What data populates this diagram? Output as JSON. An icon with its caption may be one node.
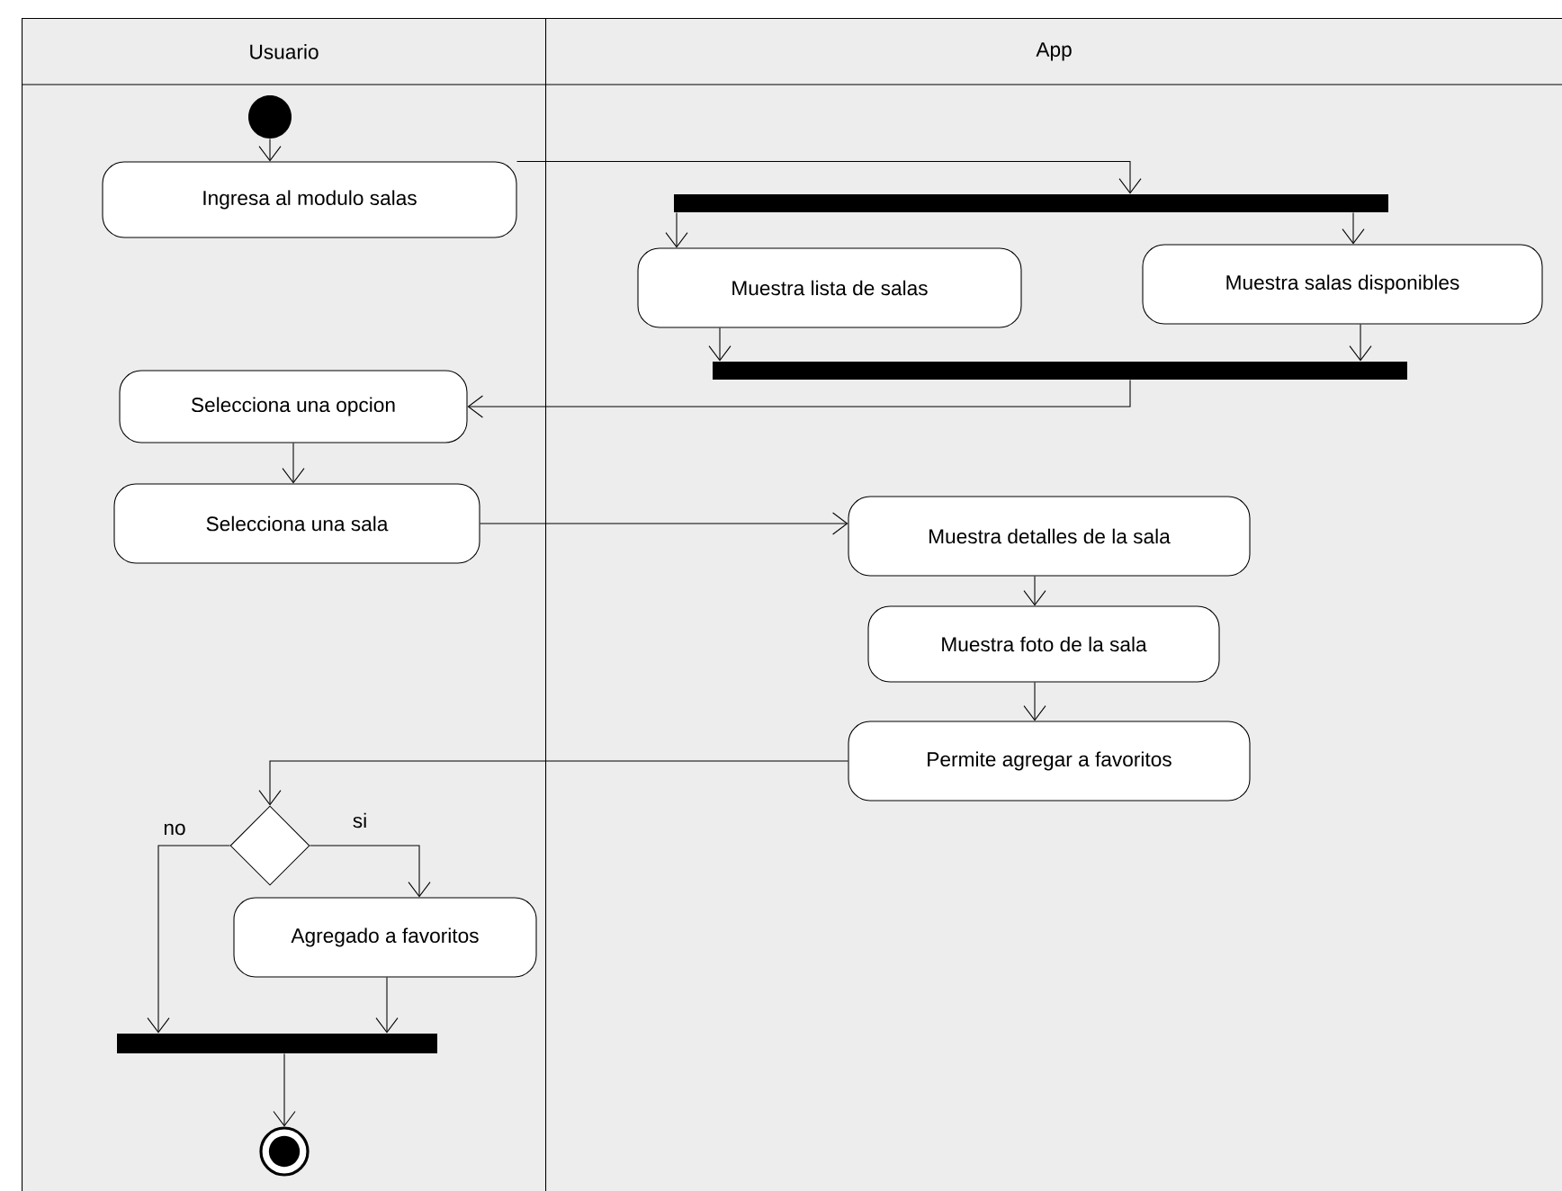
{
  "diagram": {
    "nodes": [
      {
        "text": [
          "Usuario"
        ]
      },
      {
        "text": [
          "App"
        ]
      },
      {
        "text": [],
        "shape": "circle",
        "in": 0
      },
      {
        "text": [
          "Ingresa al modulo salas"
        ],
        "in": 0
      },
      {
        "text": [],
        "shape": "bar",
        "in": 1
      },
      {
        "text": [
          "Muestra lista de salas"
        ],
        "in": 1
      },
      {
        "text": [
          "Muestra salas disponibles"
        ],
        "in": 1
      },
      {
        "text": [],
        "shape": "bar",
        "in": 1
      },
      {
        "text": [
          "Selecciona una opcion"
        ],
        "in": 0
      },
      {
        "text": [
          "Selecciona una sala"
        ],
        "in": 0
      },
      {
        "text": [
          "Muestra detalles de la sala"
        ],
        "in": 1
      },
      {
        "text": [
          "Muestra foto de la sala"
        ],
        "in": 1
      },
      {
        "text": [
          "Permite agregar a favoritos"
        ],
        "in": 1
      },
      {
        "text": [],
        "shape": "diamond",
        "in": 0
      },
      {
        "text": [
          "Agregado a favoritos"
        ],
        "in": 0
      },
      {
        "text": [],
        "shape": "bar",
        "in": 0
      },
      {
        "text": [],
        "shape": "bullseye",
        "in": 0
      }
    ],
    "edges": [
      {
        "from": 2,
        "to": 3,
        "arrow": "to"
      },
      {
        "from": 3,
        "to": 4,
        "arrow": "to"
      },
      {
        "from": 4,
        "to": 5,
        "arrow": "to"
      },
      {
        "from": 4,
        "to": 6,
        "arrow": "to"
      },
      {
        "from": 5,
        "to": 7,
        "arrow": "to"
      },
      {
        "from": 6,
        "to": 7,
        "arrow": "to"
      },
      {
        "from": 7,
        "to": 8,
        "arrow": "to"
      },
      {
        "from": 8,
        "to": 9,
        "arrow": "to"
      },
      {
        "from": 9,
        "to": 10,
        "arrow": "to"
      },
      {
        "from": 10,
        "to": 11,
        "arrow": "to"
      },
      {
        "from": 11,
        "to": 12,
        "arrow": "to"
      },
      {
        "from": 12,
        "to": 13,
        "arrow": "to"
      },
      {
        "from": 13,
        "to": 15,
        "arrow": "to",
        "label": "no"
      },
      {
        "from": 13,
        "to": 14,
        "arrow": "to",
        "label": "si"
      },
      {
        "from": 14,
        "to": 15,
        "arrow": "to"
      },
      {
        "from": 15,
        "to": 16,
        "arrow": "to"
      }
    ]
  }
}
